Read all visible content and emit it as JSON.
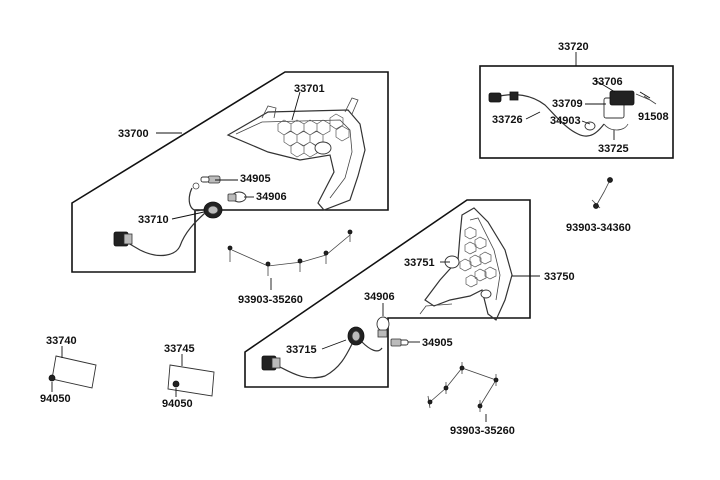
{
  "labels": {
    "p33700": "33700",
    "p33701": "33701",
    "p34905a": "34905",
    "p34906a": "34906",
    "p33710": "33710",
    "p93903_35260a": "93903-35260",
    "p33720": "33720",
    "p33706": "33706",
    "p33709": "33709",
    "p33726": "33726",
    "p34903": "34903",
    "p91508": "91508",
    "p33725": "33725",
    "p93903_34360": "93903-34360",
    "p33751": "33751",
    "p33750": "33750",
    "p34906b": "34906",
    "p33715": "33715",
    "p34905b": "34905",
    "p93903_35260b": "93903-35260",
    "p33740": "33740",
    "p94050a": "94050",
    "p33745": "33745",
    "p94050b": "94050"
  }
}
